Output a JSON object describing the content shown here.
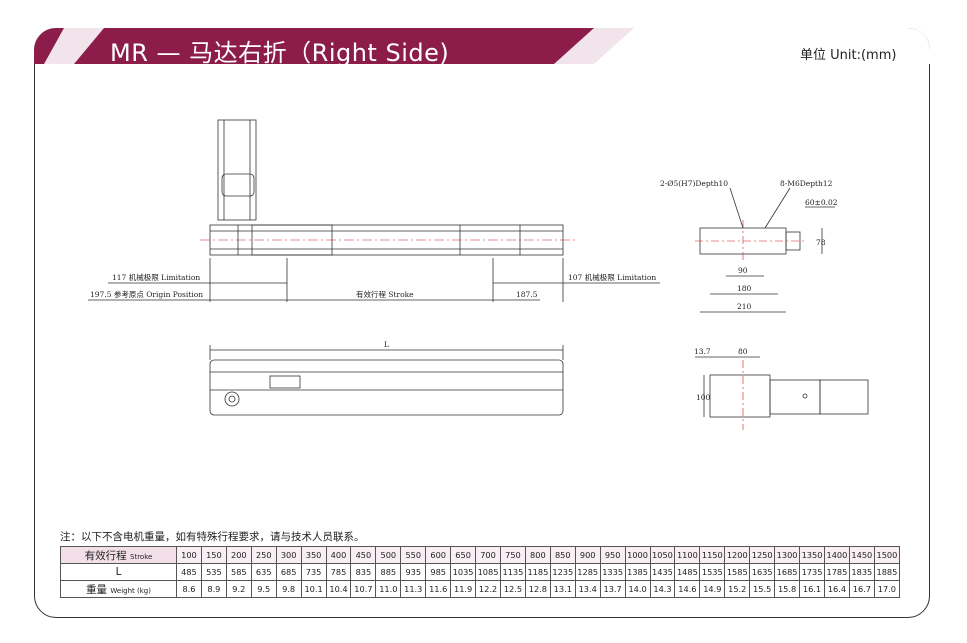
{
  "header": {
    "title": "MR — 马达右折（Right Side)",
    "unit": "单位 Unit:(mm)",
    "brand_color": "#8c1d4b",
    "accent_color": "#f1e4ea"
  },
  "drawing": {
    "top_view": {
      "limit_left": "117 机械极限 Limitation",
      "origin": "197.5 参考原点 Origin Position",
      "stroke": "有效行程 Stroke",
      "right_offset": "187.5",
      "limit_right": "107 机械极限 Limitation"
    },
    "side_view": {
      "length": "L"
    },
    "end_view": {
      "pin_holes": "2-Ø5(H7)Depth10",
      "threads": "8-M6Depth12",
      "tolerance": "60±0.02",
      "height": "78",
      "hole_spacing": "90",
      "mid_width": "180",
      "total_width": "210"
    },
    "motor_view": {
      "offset": "13.7",
      "width": "80",
      "height": "100"
    }
  },
  "note": "注：以下不含电机重量，如有特殊行程要求，请与技术人员联系。",
  "table": {
    "stroke_label": "有效行程",
    "stroke_label_en": "Stroke",
    "length_label": "L",
    "weight_label": "重量",
    "weight_label_en": "Weight (kg)",
    "strokes": [
      "100",
      "150",
      "200",
      "250",
      "300",
      "350",
      "400",
      "450",
      "500",
      "550",
      "600",
      "650",
      "700",
      "750",
      "800",
      "850",
      "900",
      "950",
      "1000",
      "1050",
      "1100",
      "1150",
      "1200",
      "1250",
      "1300",
      "1350",
      "1400",
      "1450",
      "1500"
    ],
    "lengths": [
      "485",
      "535",
      "585",
      "635",
      "685",
      "735",
      "785",
      "835",
      "885",
      "935",
      "985",
      "1035",
      "1085",
      "1135",
      "1185",
      "1235",
      "1285",
      "1335",
      "1385",
      "1435",
      "1485",
      "1535",
      "1585",
      "1635",
      "1685",
      "1735",
      "1785",
      "1835",
      "1885"
    ],
    "weights": [
      "8.6",
      "8.9",
      "9.2",
      "9.5",
      "9.8",
      "10.1",
      "10.4",
      "10.7",
      "11.0",
      "11.3",
      "11.6",
      "11.9",
      "12.2",
      "12.5",
      "12.8",
      "13.1",
      "13.4",
      "13.7",
      "14.0",
      "14.3",
      "14.6",
      "14.9",
      "15.2",
      "15.5",
      "15.8",
      "16.1",
      "16.4",
      "16.7",
      "17.0"
    ]
  }
}
